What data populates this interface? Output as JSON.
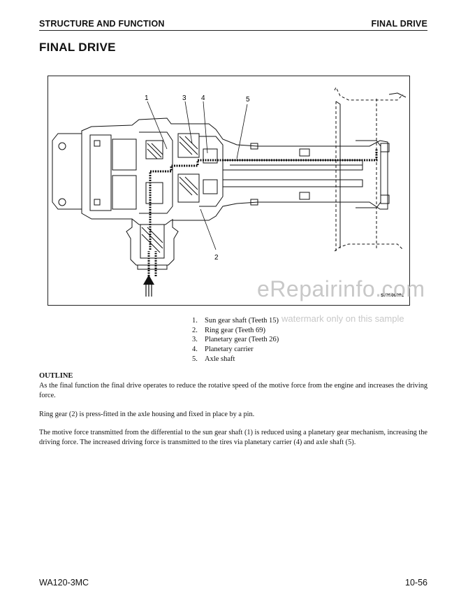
{
  "header": {
    "section": "STRUCTURE AND FUNCTION",
    "topic": "FINAL DRIVE"
  },
  "page_title": "FINAL DRIVE",
  "figure": {
    "callouts": [
      "1",
      "3",
      "4",
      "5",
      "2"
    ],
    "code": "SKW00891"
  },
  "watermark": {
    "brand": "eRepairinfo.com",
    "note": "watermark only on this sample"
  },
  "parts": [
    {
      "num": "1.",
      "label": "Sun gear shaft (Teeth 15)"
    },
    {
      "num": "2.",
      "label": "Ring gear (Teeth 69)"
    },
    {
      "num": "3.",
      "label": "Planetary gear (Teeth 26)"
    },
    {
      "num": "4.",
      "label": "Planetary carrier"
    },
    {
      "num": "5.",
      "label": "Axle shaft"
    }
  ],
  "outline": {
    "heading": "OUTLINE",
    "paragraphs": [
      "As the final function the final drive operates to reduce the rotative speed of the motive force from the engine and increases the driving force.",
      "Ring gear (2) is press-fitted in the axle housing and fixed in place by a pin.",
      "The motive force transmitted from the differential to the sun gear shaft (1) is reduced using a planetary gear mechanism, increasing the driving force. The increased driving force is transmitted to the tires via planetary carrier (4) and axle shaft (5)."
    ]
  },
  "footer": {
    "model": "WA120-3MC",
    "page": "10-56"
  }
}
